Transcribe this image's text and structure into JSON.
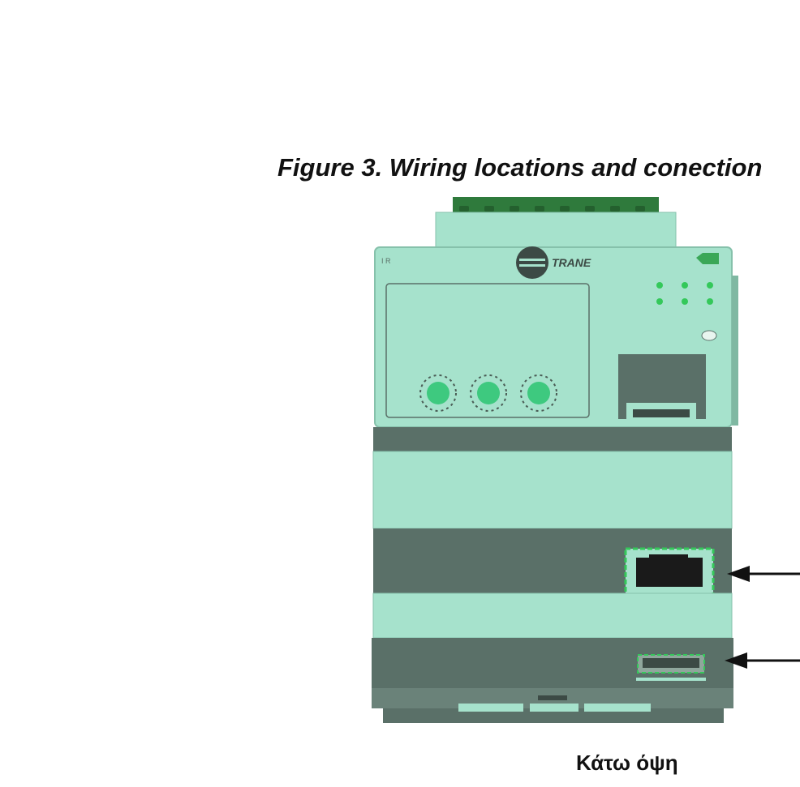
{
  "figure": {
    "title": "Figure 3. Wiring locations and conection",
    "caption": "Κάτω όψη"
  },
  "device": {
    "brand": "TRANE",
    "status_leds": 6,
    "rotary_switches": 3
  },
  "colors": {
    "housing_light": "#a6e2cc",
    "housing_mid": "#8fcdb5",
    "housing_dark": "#5a7068",
    "terminal_green": "#2f7a3c",
    "led_green": "#34c85a",
    "ethernet_port": "#1a1a1a",
    "arrow": "#111111"
  },
  "icons": [
    "trane-logo-icon",
    "arrow-left-icon"
  ]
}
